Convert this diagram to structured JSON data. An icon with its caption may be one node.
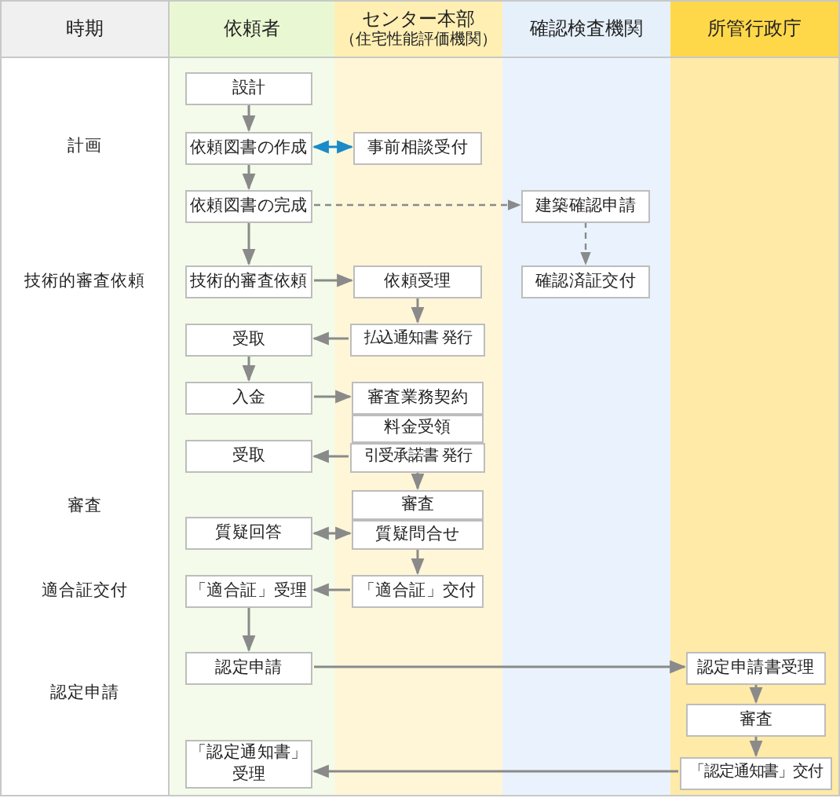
{
  "diagram": {
    "nodes": [
      {
        "text": [
          "時期"
        ]
      },
      {
        "text": [
          "依頼者"
        ]
      },
      {
        "text": [
          "センター本部",
          "（住宅性能評価機関）"
        ]
      },
      {
        "text": [
          "確認検査機関"
        ]
      },
      {
        "text": [
          "所管行政庁"
        ]
      },
      {
        "text": [
          "設計"
        ],
        "in": 1
      },
      {
        "text": [
          "依頼図書の作成"
        ],
        "in": 1
      },
      {
        "text": [
          "依頼図書の完成"
        ],
        "in": 1
      },
      {
        "text": [
          "技術的審査依頼"
        ],
        "in": 1
      },
      {
        "text": [
          "受取"
        ],
        "in": 1
      },
      {
        "text": [
          "入金"
        ],
        "in": 1
      },
      {
        "text": [
          "受取"
        ],
        "in": 1
      },
      {
        "text": [
          "質疑回答"
        ],
        "in": 1
      },
      {
        "text": [
          "「適合証」受理"
        ],
        "in": 1
      },
      {
        "text": [
          "認定申請"
        ],
        "in": 1
      },
      {
        "text": [
          "「認定通知書」受理"
        ],
        "in": 1
      },
      {
        "text": [
          "事前相談受付"
        ],
        "in": 2
      },
      {
        "text": [
          "依頼受理"
        ],
        "in": 2
      },
      {
        "text": [
          "払込通知書 発行"
        ],
        "in": 2
      },
      {
        "text": [
          "審査業務契約"
        ],
        "in": 2
      },
      {
        "text": [
          "料金受領"
        ],
        "in": 2
      },
      {
        "text": [
          "引受承諾書 発行"
        ],
        "in": 2
      },
      {
        "text": [
          "審査"
        ],
        "in": 2
      },
      {
        "text": [
          "質疑問合せ"
        ],
        "in": 2
      },
      {
        "text": [
          "「適合証」交付"
        ],
        "in": 2
      },
      {
        "text": [
          "建築確認申請"
        ],
        "in": 3
      },
      {
        "text": [
          "確認済証交付"
        ],
        "in": 3
      },
      {
        "text": [
          "認定申請書受理"
        ],
        "in": 4
      },
      {
        "text": [
          "審査"
        ],
        "in": 4
      },
      {
        "text": [
          "「認定通知書」交付"
        ],
        "in": 4
      }
    ],
    "edges": [
      {
        "from": 5,
        "to": 6,
        "arrow": "to"
      },
      {
        "from": 6,
        "to": 16,
        "arrow": "both",
        "color": "#1a8ac8"
      },
      {
        "from": 6,
        "to": 7,
        "arrow": "to"
      },
      {
        "from": 7,
        "to": 25,
        "arrow": "to",
        "style": "dashed"
      },
      {
        "from": 25,
        "to": 26,
        "arrow": "to",
        "style": "dashed"
      },
      {
        "from": 7,
        "to": 8,
        "arrow": "to"
      },
      {
        "from": 8,
        "to": 17,
        "arrow": "to"
      },
      {
        "from": 17,
        "to": 18,
        "arrow": "to"
      },
      {
        "from": 18,
        "to": 9,
        "arrow": "to"
      },
      {
        "from": 9,
        "to": 10,
        "arrow": "to"
      },
      {
        "from": 10,
        "to": 19,
        "arrow": "to"
      },
      {
        "from": 21,
        "to": 11,
        "arrow": "to"
      },
      {
        "from": 21,
        "to": 22,
        "arrow": "to"
      },
      {
        "from": 12,
        "to": 23,
        "arrow": "both"
      },
      {
        "from": 23,
        "to": 24,
        "arrow": "to"
      },
      {
        "from": 24,
        "to": 13,
        "arrow": "to"
      },
      {
        "from": 13,
        "to": 14,
        "arrow": "to"
      },
      {
        "from": 14,
        "to": 27,
        "arrow": "to"
      },
      {
        "from": 27,
        "to": 28,
        "arrow": "to"
      },
      {
        "from": 28,
        "to": 29,
        "arrow": "to"
      },
      {
        "from": 29,
        "to": 15,
        "arrow": "to"
      }
    ],
    "labels": [
      "計画",
      "技術的審査依頼",
      "審査",
      "適合証交付",
      "認定申請"
    ]
  }
}
